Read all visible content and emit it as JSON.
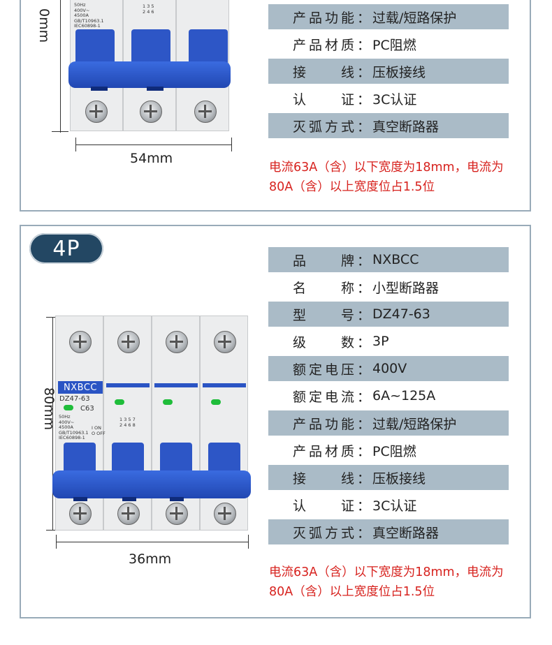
{
  "top_panel": {
    "dimension_width": "54mm",
    "dimension_height_partial": "0mm",
    "specs": [
      {
        "label": "产品功能：",
        "value": "过载/短路保护",
        "shaded": true
      },
      {
        "label": "产品材质：",
        "value": "PC阻燃",
        "shaded": false
      },
      {
        "label": "接　　线：",
        "value": "压板接线",
        "shaded": true
      },
      {
        "label": "认　　证：",
        "value": "3C认证",
        "shaded": false
      },
      {
        "label": "灭弧方式：",
        "value": "真空断路器",
        "shaded": true
      }
    ],
    "note": "电流63A（含）以下宽度为18mm，电流为80A（含）以上宽度位占1.5位"
  },
  "bottom_panel": {
    "badge": "4P",
    "dimension_width": "36mm",
    "dimension_height": "80mm",
    "breaker": {
      "brand": "NXBCC",
      "model": "DZ47-63",
      "rating": "C63",
      "print_lines": [
        "50Hz",
        "400V~",
        "4500A",
        "GB/T10963.1",
        "IEC60898-1"
      ],
      "on_text": "I ON",
      "off_text": "O OFF"
    },
    "specs": [
      {
        "label": "品　　牌：",
        "value": "NXBCC",
        "shaded": true
      },
      {
        "label": "名　　称：",
        "value": "小型断路器",
        "shaded": false
      },
      {
        "label": "型　　号：",
        "value": "DZ47-63",
        "shaded": true
      },
      {
        "label": "级　　数：",
        "value": "3P",
        "shaded": false
      },
      {
        "label": "额定电压：",
        "value": "400V",
        "shaded": true
      },
      {
        "label": "额定电流：",
        "value": "6A~125A",
        "shaded": false
      },
      {
        "label": "产品功能：",
        "value": "过载/短路保护",
        "shaded": true
      },
      {
        "label": "产品材质：",
        "value": "PC阻燃",
        "shaded": false
      },
      {
        "label": "接　　线：",
        "value": "压板接线",
        "shaded": true
      },
      {
        "label": "认　　证：",
        "value": "3C认证",
        "shaded": false
      },
      {
        "label": "灭弧方式：",
        "value": "真空断路器",
        "shaded": true
      }
    ],
    "note": "电流63A（含）以下宽度为18mm，电流为80A（含）以上宽度位占1.5位"
  }
}
